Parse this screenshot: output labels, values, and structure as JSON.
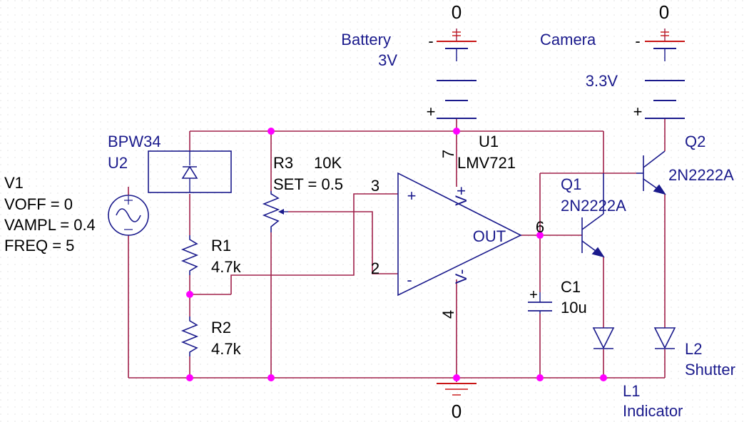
{
  "colors": {
    "wire": "#a0204a",
    "component": "#1a1a8c",
    "junction": "#ff00ff",
    "power": "#c81414",
    "grid": "#d0d0d0"
  },
  "sources": {
    "battery": {
      "label": "Battery",
      "value": "3V",
      "ground_ref": "0",
      "minus": "-",
      "plus": "+"
    },
    "camera": {
      "label": "Camera",
      "value": "3.3V",
      "ground_ref": "0",
      "minus": "-",
      "plus": "+"
    },
    "v1": {
      "ref": "V1",
      "voff": "VOFF = 0",
      "vampl": "VAMPL = 0.4",
      "freq": "FREQ = 5"
    }
  },
  "components": {
    "u2": {
      "part": "BPW34",
      "ref": "U2"
    },
    "r1": {
      "ref": "R1",
      "value": "4.7k"
    },
    "r2": {
      "ref": "R2",
      "value": "4.7k"
    },
    "r3": {
      "ref": "R3",
      "value": "10K",
      "set": "SET = 0.5"
    },
    "u1": {
      "ref": "U1",
      "part": "LMV721",
      "out": "OUT",
      "plus": "+",
      "minus": "-",
      "vplus": "V+",
      "vminus": "V-"
    },
    "q1": {
      "ref": "Q1",
      "part": "2N2222A"
    },
    "q2": {
      "ref": "Q2",
      "part": "2N2222A"
    },
    "c1": {
      "ref": "C1",
      "value": "10u",
      "plus": "+"
    },
    "l1": {
      "ref": "L1",
      "name": "Indicator"
    },
    "l2": {
      "ref": "L2",
      "name": "Shutter"
    }
  },
  "pins": {
    "p7": "7",
    "p3": "3",
    "p2": "2",
    "p4": "4",
    "p6": "6"
  },
  "ground": {
    "label": "0"
  }
}
